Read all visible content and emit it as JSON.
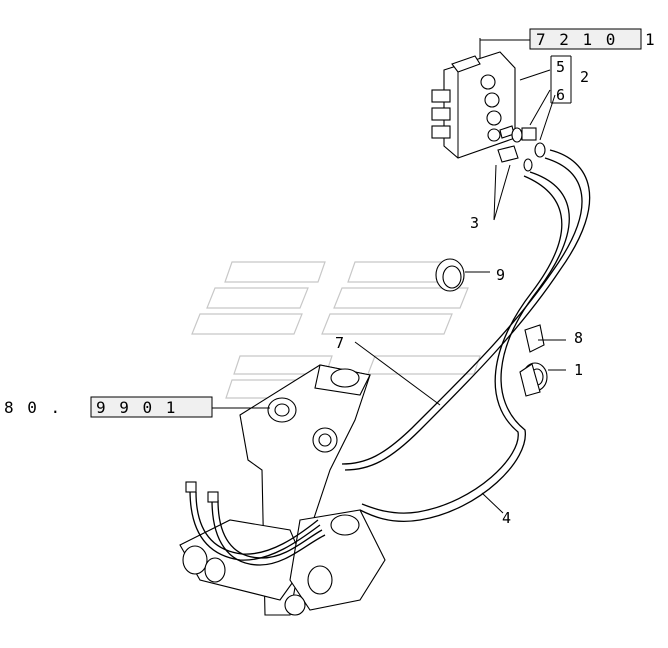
{
  "diagram": {
    "references": [
      {
        "id": "ref-top",
        "code": "7 2 1   0",
        "suffix": "1"
      },
      {
        "id": "ref-left",
        "prefix": "8 0 .",
        "code": "9 9   0 1"
      }
    ],
    "callouts": {
      "c1": "1",
      "c2": "2",
      "c3": "3",
      "c4": "4",
      "c5": "5",
      "c6": "6",
      "c7": "7",
      "c8": "8",
      "c9": "9"
    }
  }
}
